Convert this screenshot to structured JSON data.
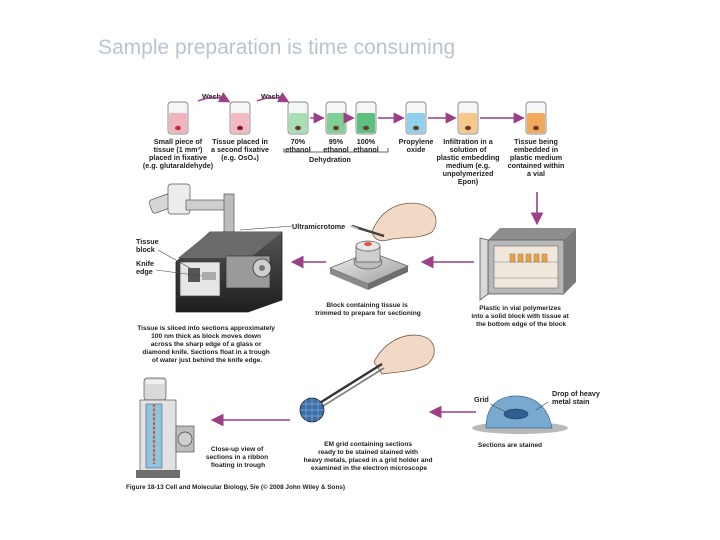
{
  "slide": {
    "title": "Sample preparation is time consuming"
  },
  "figure": {
    "top_labels": {
      "wash1": "Wash",
      "wash2": "Wash",
      "dehydration": "Dehydration"
    },
    "vials": [
      {
        "lines": [
          "Small piece of",
          "tissue (1 mm³)",
          "placed in fixative",
          "(e.g. glutaraldehyde)"
        ],
        "liquid": "#f1b5bf",
        "tissue": "#c23044"
      },
      {
        "lines": [
          "Tissue placed in",
          "a second fixative",
          "(e.g. OsO₄)"
        ],
        "liquid": "#f3b8c3",
        "tissue": "#8a1e2e"
      },
      {
        "lines": [
          "70%",
          "ethanol"
        ],
        "liquid": "#a9dfb4",
        "tissue": "#6b3a2a"
      },
      {
        "lines": [
          "95%",
          "ethanol"
        ],
        "liquid": "#7fcf95",
        "tissue": "#6b3a2a"
      },
      {
        "lines": [
          "100%",
          "ethanol"
        ],
        "liquid": "#5cc07f",
        "tissue": "#6b3a2a"
      },
      {
        "lines": [
          "Propylene",
          "oxide"
        ],
        "liquid": "#8fd0ec",
        "tissue": "#6b3a2a"
      },
      {
        "lines": [
          "Infiltration in a",
          "solution of",
          "plastic embedding",
          "medium (e.g.",
          "unpolymerized",
          "Epon)"
        ],
        "liquid": "#f6c889",
        "tissue": "#6b3a2a"
      },
      {
        "lines": [
          "Tissue being",
          "embedded in",
          "plastic medium",
          "contained within",
          "a vial"
        ],
        "liquid": "#f3a95a",
        "tissue": "#6b3a2a"
      }
    ],
    "labels": {
      "ultramicrotome": "Ultramicrotome",
      "tissue_block": [
        "Tissue",
        "block"
      ],
      "knife_edge": [
        "Knife",
        "edge"
      ],
      "block_trimmed": [
        "Block containing tissue is",
        "trimmed to prepare for sectioning"
      ],
      "polymerize": [
        "Plastic in vial polymerizes",
        "into a solid block with tissue at",
        "the bottom edge of the block"
      ],
      "sliced": [
        "Tissue is sliced into sections approximately",
        "100 nm thick as block moves down",
        "across the sharp edge of a glass or",
        "diamond knife. Sections float in a trough",
        "of water just behind the knife edge."
      ],
      "grid": "Grid",
      "drop": [
        "Drop of heavy",
        "metal stain"
      ],
      "stained": "Sections are stained",
      "em_grid": [
        "EM grid containing sections",
        "ready to be stained stained with",
        "heavy metals, placed in a grid holder and",
        "examined in the electron microscope"
      ],
      "closeup": [
        "Close-up view of",
        "sections in a ribbon",
        "floating in trough"
      ]
    },
    "caption": "Figure 18-13  Cell and Molecular Biology, 5/e (© 2008 John Wiley & Sons)"
  }
}
